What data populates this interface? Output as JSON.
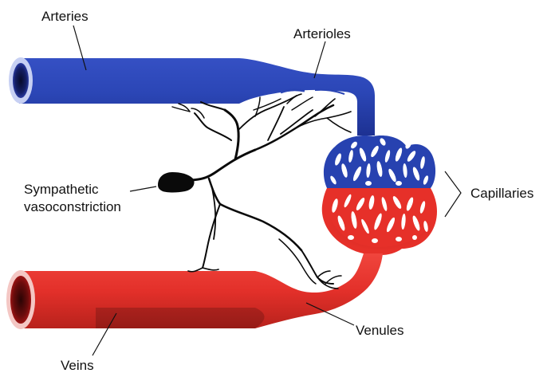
{
  "labels": {
    "arteries": "Arteries",
    "arterioles": "Arterioles",
    "capillaries": "Capillaries",
    "sympathetic_line1": "Sympathetic",
    "sympathetic_line2": "vasoconstriction",
    "venules": "Venules",
    "veins": "Veins"
  },
  "colors": {
    "artery_blue": "#2742b0",
    "artery_blue_light": "#4b63d6",
    "vein_red": "#e8322c",
    "vein_red_dark": "#b51f1a",
    "nerve_black": "#0a0a0a"
  }
}
